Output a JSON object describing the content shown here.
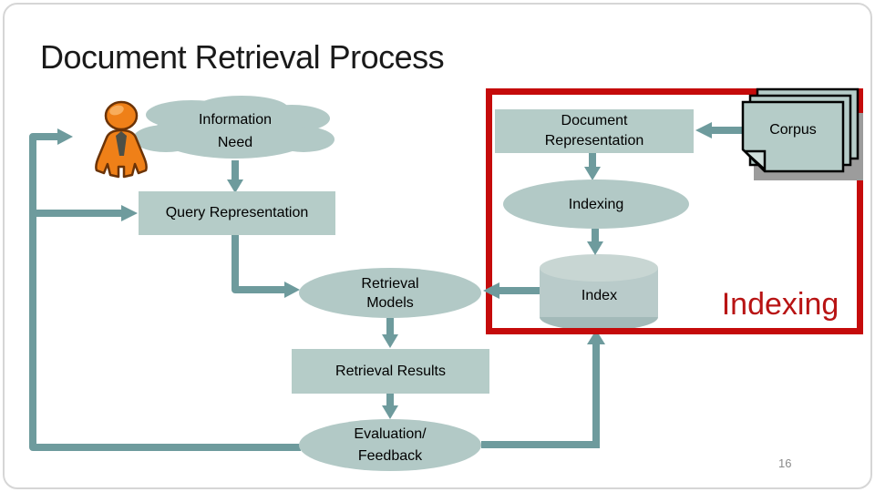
{
  "slide": {
    "title": "Document Retrieval Process",
    "page_number": "16"
  },
  "diagram": {
    "nodes": {
      "information_need": {
        "line1": "Information",
        "line2": "Need"
      },
      "query_representation": {
        "label": "Query Representation"
      },
      "document_representation": {
        "line1": "Document",
        "line2": "Representation"
      },
      "corpus": {
        "label": "Corpus"
      },
      "indexing_step": {
        "label": "Indexing"
      },
      "index_store": {
        "label": "Index"
      },
      "retrieval_models": {
        "line1": "Retrieval",
        "line2": "Models"
      },
      "retrieval_results": {
        "label": "Retrieval Results"
      },
      "evaluation_feedback": {
        "line1": "Evaluation/",
        "line2": "Feedback"
      }
    },
    "callout": {
      "label": "Indexing"
    },
    "colors": {
      "node_fill": "#b5ccc8",
      "ellipse_fill": "#b2c9c6",
      "arrow": "#6e9b9d",
      "highlight_border": "#c50b0b",
      "highlight_text": "#b81414",
      "person_orange": "#ef8018"
    }
  }
}
